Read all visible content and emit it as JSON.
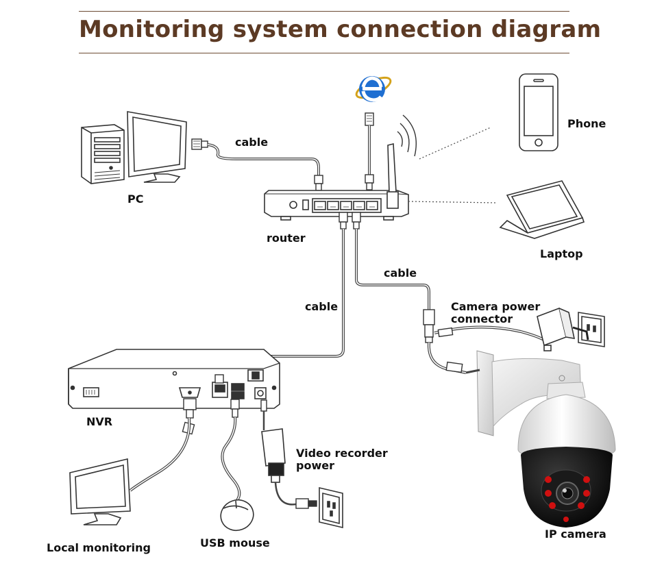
{
  "title": "Monitoring system connection diagram",
  "labels": {
    "pc": "PC",
    "router": "router",
    "phone": "Phone",
    "laptop": "Laptop",
    "nvr": "NVR",
    "ip_camera": "IP camera",
    "local_monitoring": "Local monitoring",
    "usb_mouse": "USB mouse",
    "video_recorder_power_1": "Video recorder",
    "video_recorder_power_2": "power",
    "camera_power_connector_1": "Camera power",
    "camera_power_connector_2": "connector",
    "cable_pc": "cable",
    "cable_nvr": "cable",
    "cable_camera": "cable"
  },
  "colors": {
    "title": "#5c3a24",
    "title_rule": "#6b4a32",
    "line": "#333333",
    "ie_blue": "#1f6fd1",
    "camera_ir": "#d01010"
  },
  "icons": [
    "internet-explorer-icon",
    "wifi-signal-icon"
  ]
}
